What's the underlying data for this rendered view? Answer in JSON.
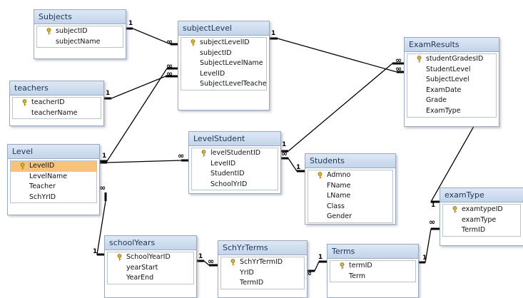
{
  "tables": {
    "subjects": {
      "title": "Subjects",
      "fields": [
        {
          "name": "subjectID",
          "key": true
        },
        {
          "name": "subjectName",
          "key": false
        }
      ]
    },
    "subjectLevel": {
      "title": "subjectLevel",
      "fields": [
        {
          "name": "subjectLevelID",
          "key": true
        },
        {
          "name": "subjectID",
          "key": false
        },
        {
          "name": "SubjectLevelName",
          "key": false
        },
        {
          "name": "LevelID",
          "key": false
        },
        {
          "name": "SubjectLevelTeacher",
          "key": false
        }
      ]
    },
    "examResults": {
      "title": "ExamResults",
      "fields": [
        {
          "name": "studentGradesID",
          "key": true
        },
        {
          "name": "StudentLevel",
          "key": false
        },
        {
          "name": "SubjectLevel",
          "key": false
        },
        {
          "name": "ExamDate",
          "key": false
        },
        {
          "name": "Grade",
          "key": false
        },
        {
          "name": "ExamType",
          "key": false
        }
      ]
    },
    "teachers": {
      "title": "teachers",
      "fields": [
        {
          "name": "teacherID",
          "key": true
        },
        {
          "name": "teacherName",
          "key": false
        }
      ]
    },
    "level": {
      "title": "Level",
      "fields": [
        {
          "name": "LevelID",
          "key": true,
          "selected": true
        },
        {
          "name": "LevelName",
          "key": false
        },
        {
          "name": "Teacher",
          "key": false
        },
        {
          "name": "SchYrID",
          "key": false
        }
      ]
    },
    "levelStudent": {
      "title": "LevelStudent",
      "fields": [
        {
          "name": "levelStudentID",
          "key": true
        },
        {
          "name": "LevelID",
          "key": false
        },
        {
          "name": "StudentID",
          "key": false
        },
        {
          "name": "SchoolYrID",
          "key": false
        }
      ]
    },
    "students": {
      "title": "Students",
      "fields": [
        {
          "name": "Admno",
          "key": true
        },
        {
          "name": "FName",
          "key": false
        },
        {
          "name": "LName",
          "key": false
        },
        {
          "name": "Class",
          "key": false
        },
        {
          "name": "Gender",
          "key": false
        }
      ]
    },
    "examType": {
      "title": "examType",
      "fields": [
        {
          "name": "examtypeID",
          "key": true
        },
        {
          "name": "examType",
          "key": false
        },
        {
          "name": "TermID",
          "key": false
        }
      ]
    },
    "schoolYears": {
      "title": "schoolYears",
      "fields": [
        {
          "name": "SchoolYearID",
          "key": true
        },
        {
          "name": "yearStart",
          "key": false
        },
        {
          "name": "YearEnd",
          "key": false
        }
      ]
    },
    "schYrTerms": {
      "title": "SchYrTerms",
      "fields": [
        {
          "name": "SchYrTermID",
          "key": true
        },
        {
          "name": "YrID",
          "key": false
        },
        {
          "name": "TermID",
          "key": false
        }
      ]
    },
    "terms": {
      "title": "Terms",
      "fields": [
        {
          "name": "termID",
          "key": true
        },
        {
          "name": "Term",
          "key": false
        }
      ]
    }
  },
  "colors": {
    "title_bar": "#c8d8ee",
    "border": "#9aa9bd",
    "selected_row": "#f8c27a",
    "key_icon": "#c9a227",
    "line": "#000000"
  },
  "cardinality": {
    "one": "1",
    "many": "∞"
  }
}
